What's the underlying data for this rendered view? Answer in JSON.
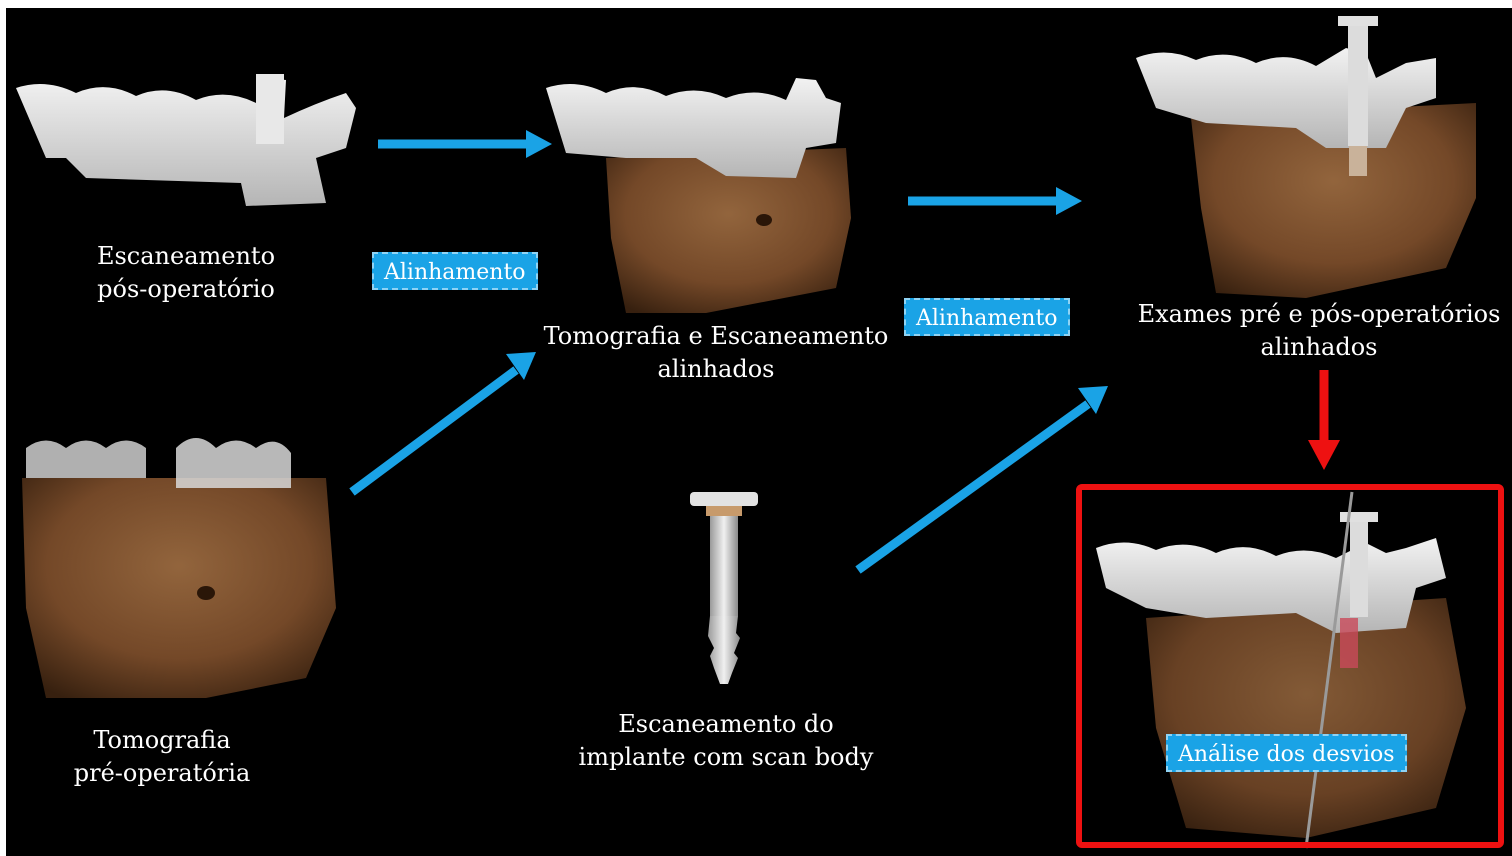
{
  "captions": {
    "post_scan": [
      "Escaneamento",
      "pós-operatório"
    ],
    "pre_ct": [
      "Tomografia",
      "pré-operatória"
    ],
    "aligned_1": [
      "Tomografia e Escaneamento",
      "alinhados"
    ],
    "implant_scan": [
      "Escaneamento do",
      "implante com scan body"
    ],
    "aligned_2": [
      "Exames pré e pós-operatórios",
      "alinhados"
    ]
  },
  "tags": {
    "align_1": "Alinhamento",
    "align_2": "Alinhamento",
    "analysis": "Análise dos desvios"
  },
  "colors": {
    "background": "#000000",
    "blue_arrow": "#1aa3e6",
    "red_arrow": "#ee1111",
    "tag_fill": "#1aa3e6",
    "bone": "#8a5a35",
    "scan_model": "#dcdcdc"
  },
  "icons": [
    "jaw-scan-model",
    "ct-bone-volume",
    "implant-scan-body",
    "arrow-right",
    "arrow-diagonal",
    "arrow-down"
  ]
}
